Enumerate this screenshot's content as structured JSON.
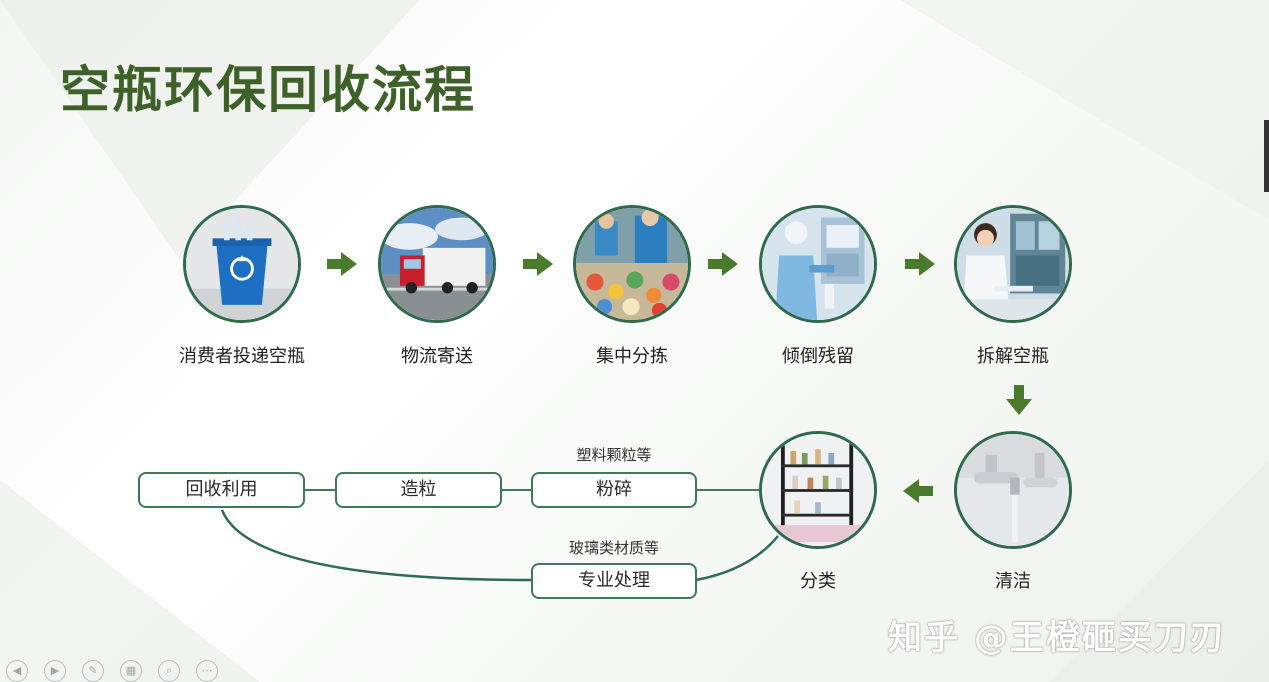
{
  "title": "空瓶环保回收流程",
  "steps_top": [
    {
      "label": "消费者投递空瓶",
      "image": "recycle-bin-icon"
    },
    {
      "label": "物流寄送",
      "image": "truck-icon"
    },
    {
      "label": "集中分拣",
      "image": "sorting-icon"
    },
    {
      "label": "倾倒残留",
      "image": "lab-worker-icon"
    },
    {
      "label": "拆解空瓶",
      "image": "lab-dismantle-icon"
    }
  ],
  "steps_bottom": [
    {
      "label": "清洁",
      "image": "faucet-icon"
    },
    {
      "label": "分类",
      "image": "shelf-icon"
    }
  ],
  "boxes": {
    "crush": "粉碎",
    "pellet": "造粒",
    "reuse": "回收利用",
    "special": "专业处理"
  },
  "notes": {
    "plastic": "塑料颗粒等",
    "glass": "玻璃类材质等"
  },
  "watermark": "知乎 @王橙砸买刀刃",
  "colors": {
    "title": "#3d6128",
    "arrow": "#4a7a2c",
    "ring": "#2f6a4c",
    "line": "#3e7a55"
  },
  "nav_icons": [
    "prev-icon",
    "next-icon",
    "pen-icon",
    "slides-icon",
    "zoom-icon",
    "more-icon"
  ]
}
